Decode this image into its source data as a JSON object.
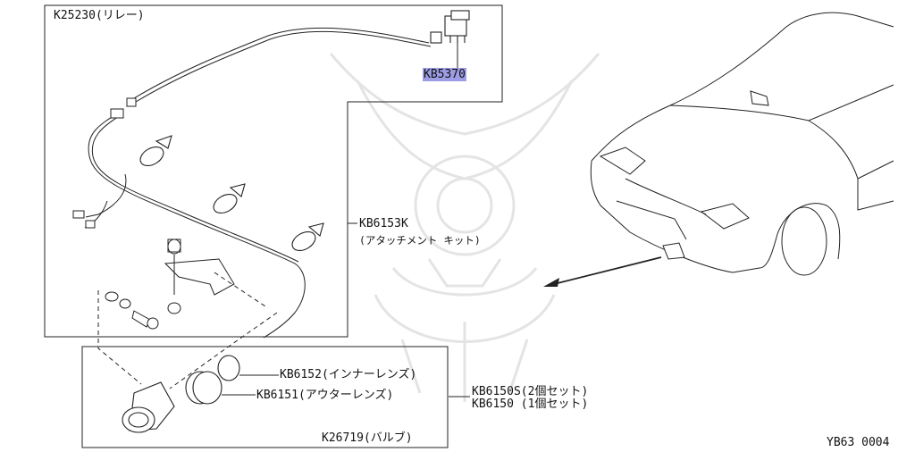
{
  "labels": {
    "relay": "K25230(リレー)",
    "kb5370": "KB5370",
    "kb6153k": "KB6153K",
    "kb6153k_note": "(アタッチメント キット)",
    "kb6152": "KB6152(インナーレンズ)",
    "kb6151": "KB6151(アウターレンズ)",
    "kb6150s": "KB6150S(2個セット)",
    "kb6150": "KB6150 (1個セット)",
    "bulb": "K26719(バルブ)",
    "diagram_code": "YB63 0004"
  },
  "colors": {
    "line": "#222222",
    "highlight": "#9d9de6",
    "watermark": "#e4e4e4"
  }
}
